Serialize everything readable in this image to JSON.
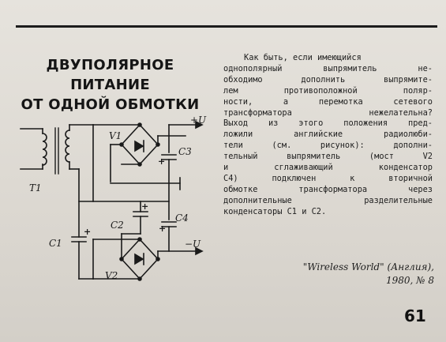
{
  "title_lines": [
    "ДВУПОЛЯРНОЕ",
    "ПИТАНИЕ",
    "ОТ ОДНОЙ ОБМОТКИ"
  ],
  "body_lines": [
    "Как быть, если имеющийся",
    "однополярный выпрямитель не-",
    "обходимо дополнить выпрямите-",
    "лем противоположной поляр-",
    "ности, а перемотка сетевого",
    "трансформатора нежелательна?",
    "Выход из этого положения пред-",
    "ложили английские радиолюби-",
    "тели (см. рисунок): дополни-",
    "тельный выпрямитель (мост V2",
    "и сглаживающий конденсатор",
    "C4) подключен к вторичной",
    "обмотке трансформатора через",
    "дополнительные разделительные",
    "конденсаторы C1 и C2."
  ],
  "credit_lines": [
    "\"Wireless World\" (Англия),",
    "1980, № 8"
  ],
  "page_number": "61",
  "schematic_labels": {
    "transformer": "T1",
    "bridge_top": "V1",
    "bridge_bottom": "V2",
    "c1": "C1",
    "c2": "C2",
    "c3": "C3",
    "c4": "C4",
    "pos_out": "+U",
    "neg_out": "−U",
    "plus": "+"
  }
}
